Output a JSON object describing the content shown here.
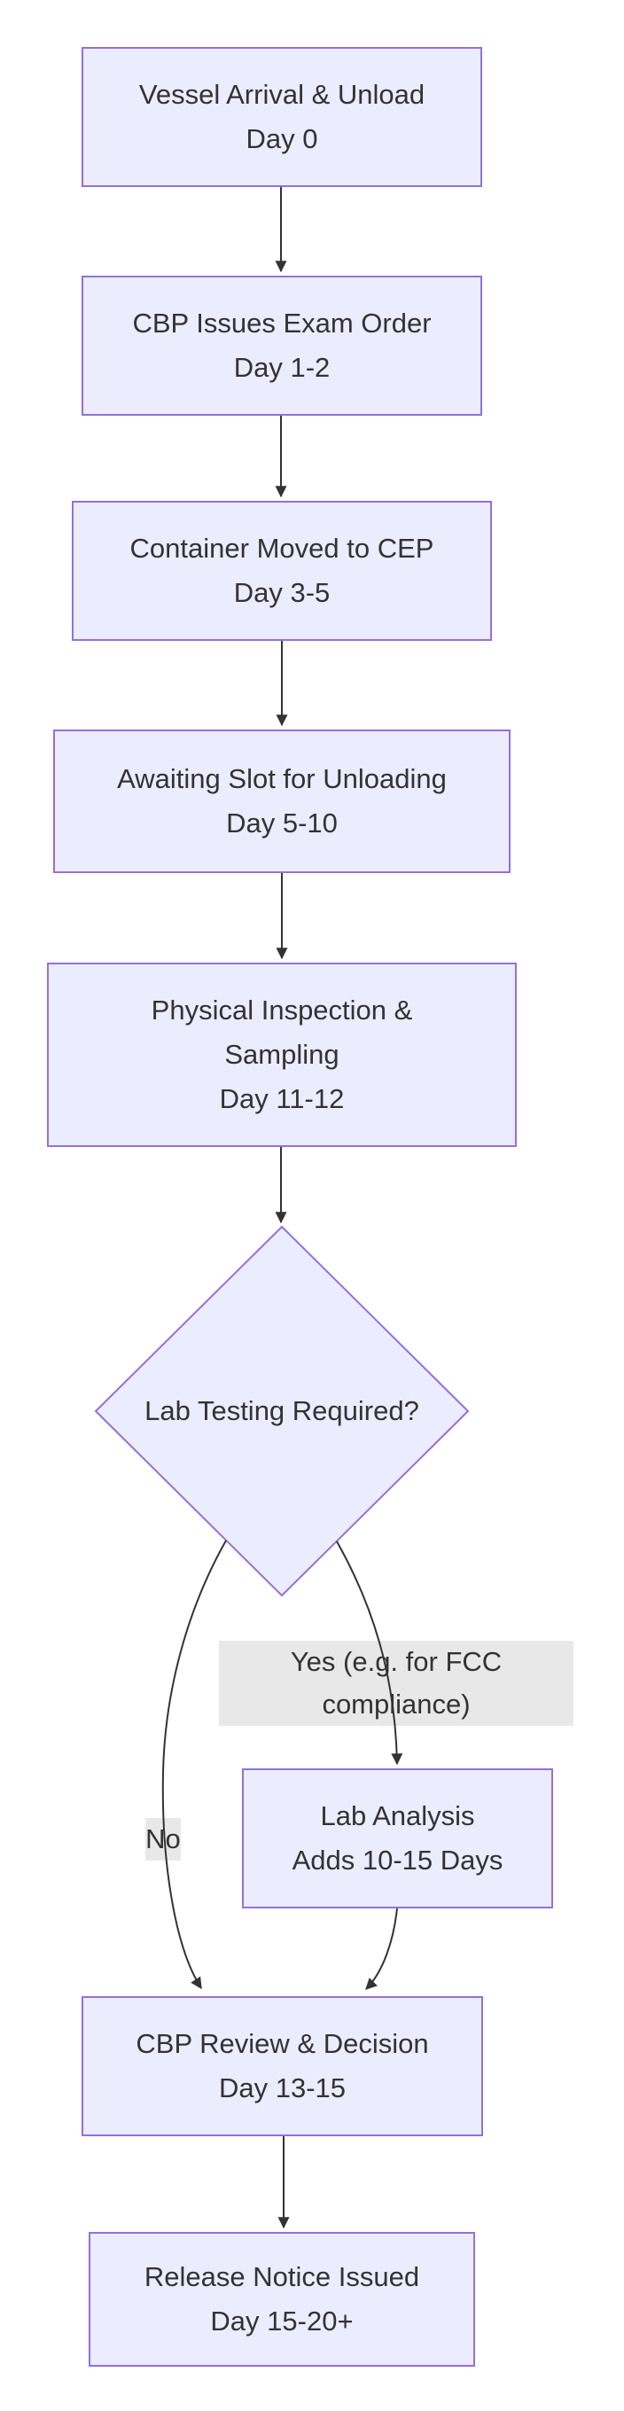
{
  "diagram": {
    "type": "flowchart",
    "direction": "top-down",
    "nodes": {
      "vessel": {
        "line1": "Vessel Arrival & Unload",
        "line2": "Day 0"
      },
      "exam_order": {
        "line1": "CBP Issues Exam Order",
        "line2": "Day 1-2"
      },
      "cep": {
        "line1": "Container Moved to CEP",
        "line2": "Day 3-5"
      },
      "awaiting": {
        "line1": "Awaiting Slot for Unloading",
        "line2": "Day 5-10"
      },
      "inspection": {
        "line1": "Physical Inspection &",
        "line2": "Sampling",
        "line3": "Day 11-12"
      },
      "decision": {
        "line1": "Lab Testing Required?"
      },
      "lab": {
        "line1": "Lab Analysis",
        "line2": "Adds 10-15 Days"
      },
      "review": {
        "line1": "CBP Review & Decision",
        "line2": "Day 13-15"
      },
      "release": {
        "line1": "Release Notice Issued",
        "line2": "Day 15-20+"
      }
    },
    "edge_labels": {
      "yes": {
        "line1": "Yes (e.g. for FCC",
        "line2": "compliance)"
      },
      "no": {
        "line1": "No"
      }
    },
    "colors": {
      "node_fill": "#ECECFF",
      "node_border": "#9370DB",
      "text": "#333333",
      "edge_line": "#333333",
      "label_bg": "#e8e8e8",
      "background": "#ffffff"
    }
  }
}
